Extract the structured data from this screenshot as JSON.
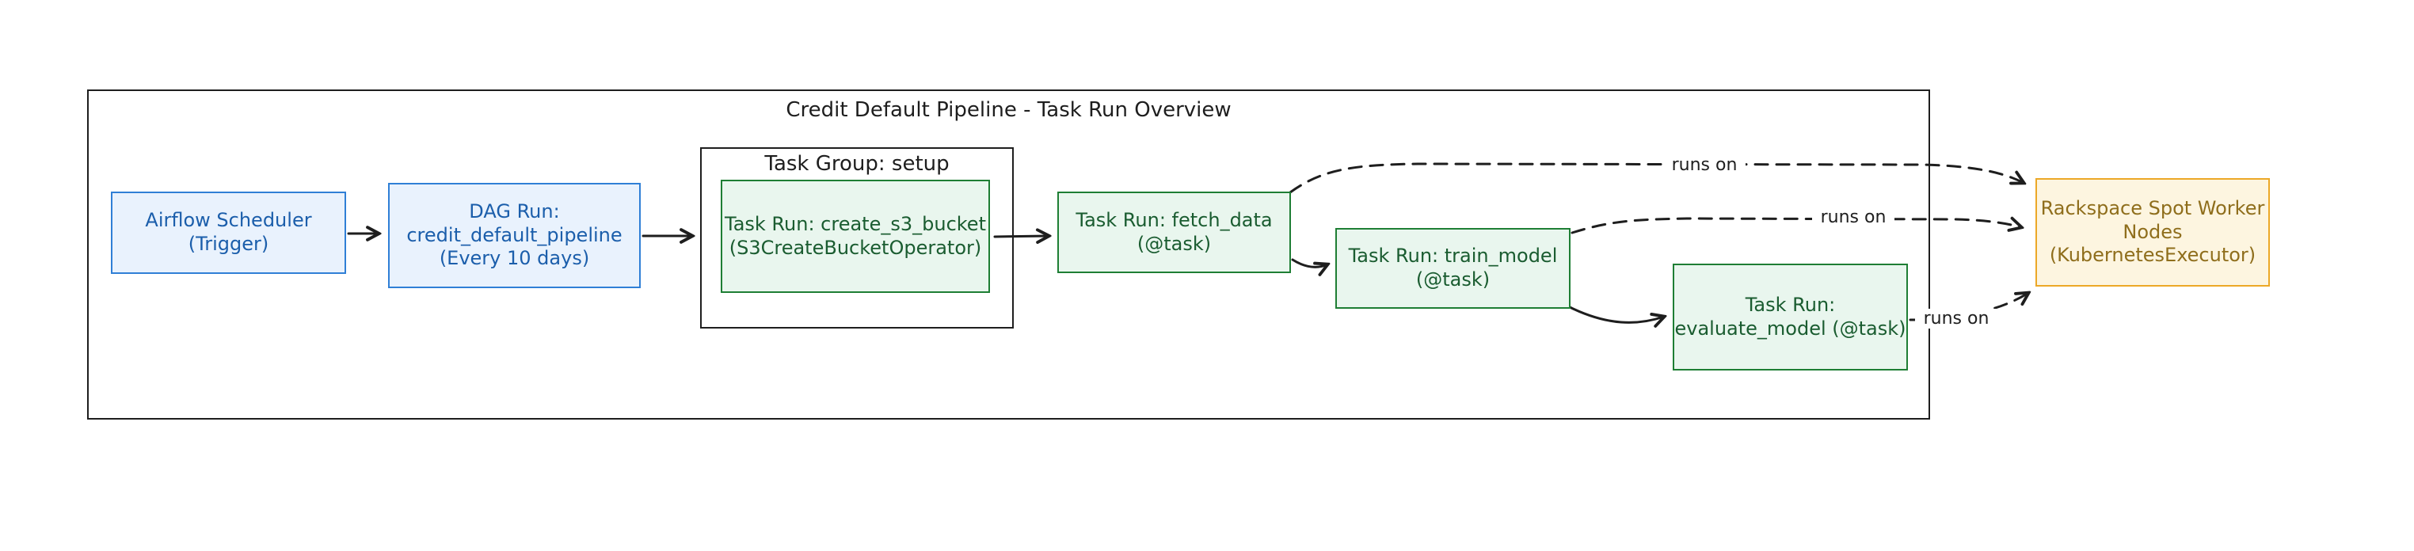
{
  "title": "Credit Default Pipeline - Task Run Overview",
  "colors": {
    "ink": "#1e1e1e",
    "blue-border": "#2f7fd6",
    "blue-fill": "#e9f2fd",
    "blue-text": "#1b5eab",
    "green-border": "#1e7e34",
    "green-fill": "#e9f6ee",
    "green-text": "#1a5c30",
    "yellow-border": "#eca827",
    "yellow-fill": "#fdf5e0",
    "yellow-text": "#8f6e1c"
  },
  "nodes": {
    "scheduler": {
      "label": "Airflow Scheduler\n(Trigger)"
    },
    "dag_run": {
      "label": "DAG Run:\ncredit_default_pipeline\n(Every 10 days)"
    },
    "task_group": {
      "label": "Task Group: setup"
    },
    "create_s3_bucket": {
      "label": "Task Run: create_s3_bucket\n(S3CreateBucketOperator)"
    },
    "fetch_data": {
      "label": "Task Run: fetch_data\n(@task)"
    },
    "train_model": {
      "label": "Task Run: train_model\n(@task)"
    },
    "evaluate_model": {
      "label": "Task Run:\nevaluate_model (@task)"
    },
    "worker_nodes": {
      "label": "Rackspace Spot Worker\nNodes\n(KubernetesExecutor)"
    }
  },
  "edges": {
    "runs_on_label": "runs on"
  }
}
